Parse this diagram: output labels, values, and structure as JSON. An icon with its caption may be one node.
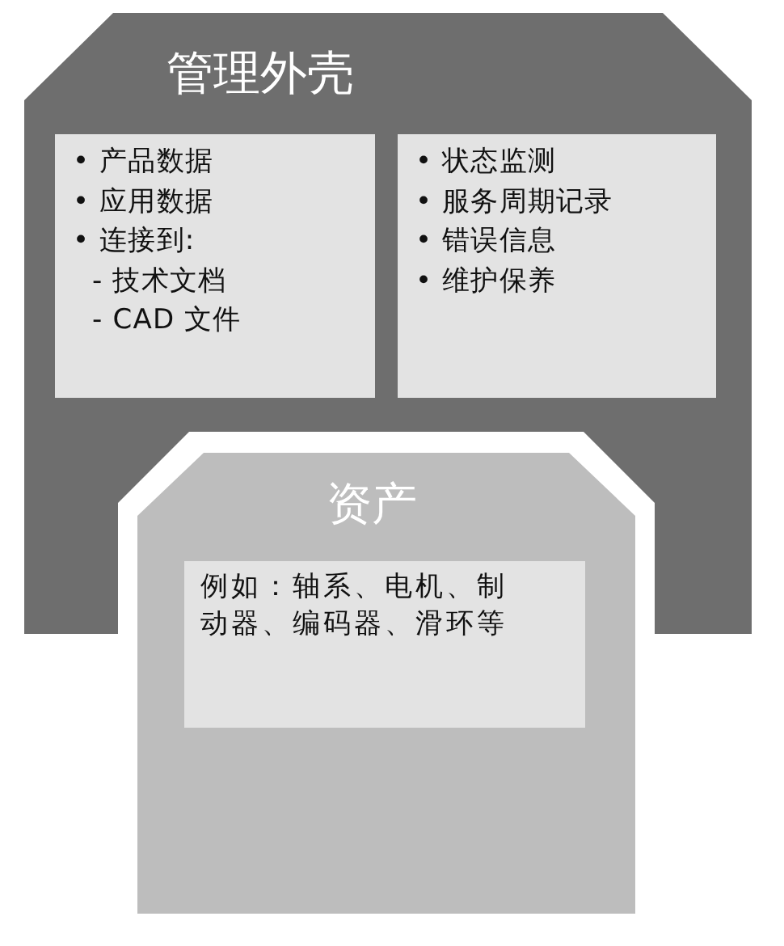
{
  "diagram": {
    "nodes": [
      {
        "text": [
          "管理外壳"
        ]
      },
      {
        "text": [
          "• 产品数据",
          "• 应用数据",
          "• 连接到:",
          "- 技术文档",
          "- CAD 文件"
        ],
        "in": 0
      },
      {
        "text": [
          "• 状态监测",
          "• 服务周期记录",
          "• 错误信息",
          "• 维护保养"
        ],
        "in": 0
      },
      {
        "text": [
          "资产"
        ]
      },
      {
        "text": [
          "例如：轴系、电机、制动器、编码器、滑环等"
        ],
        "in": 3
      }
    ]
  }
}
